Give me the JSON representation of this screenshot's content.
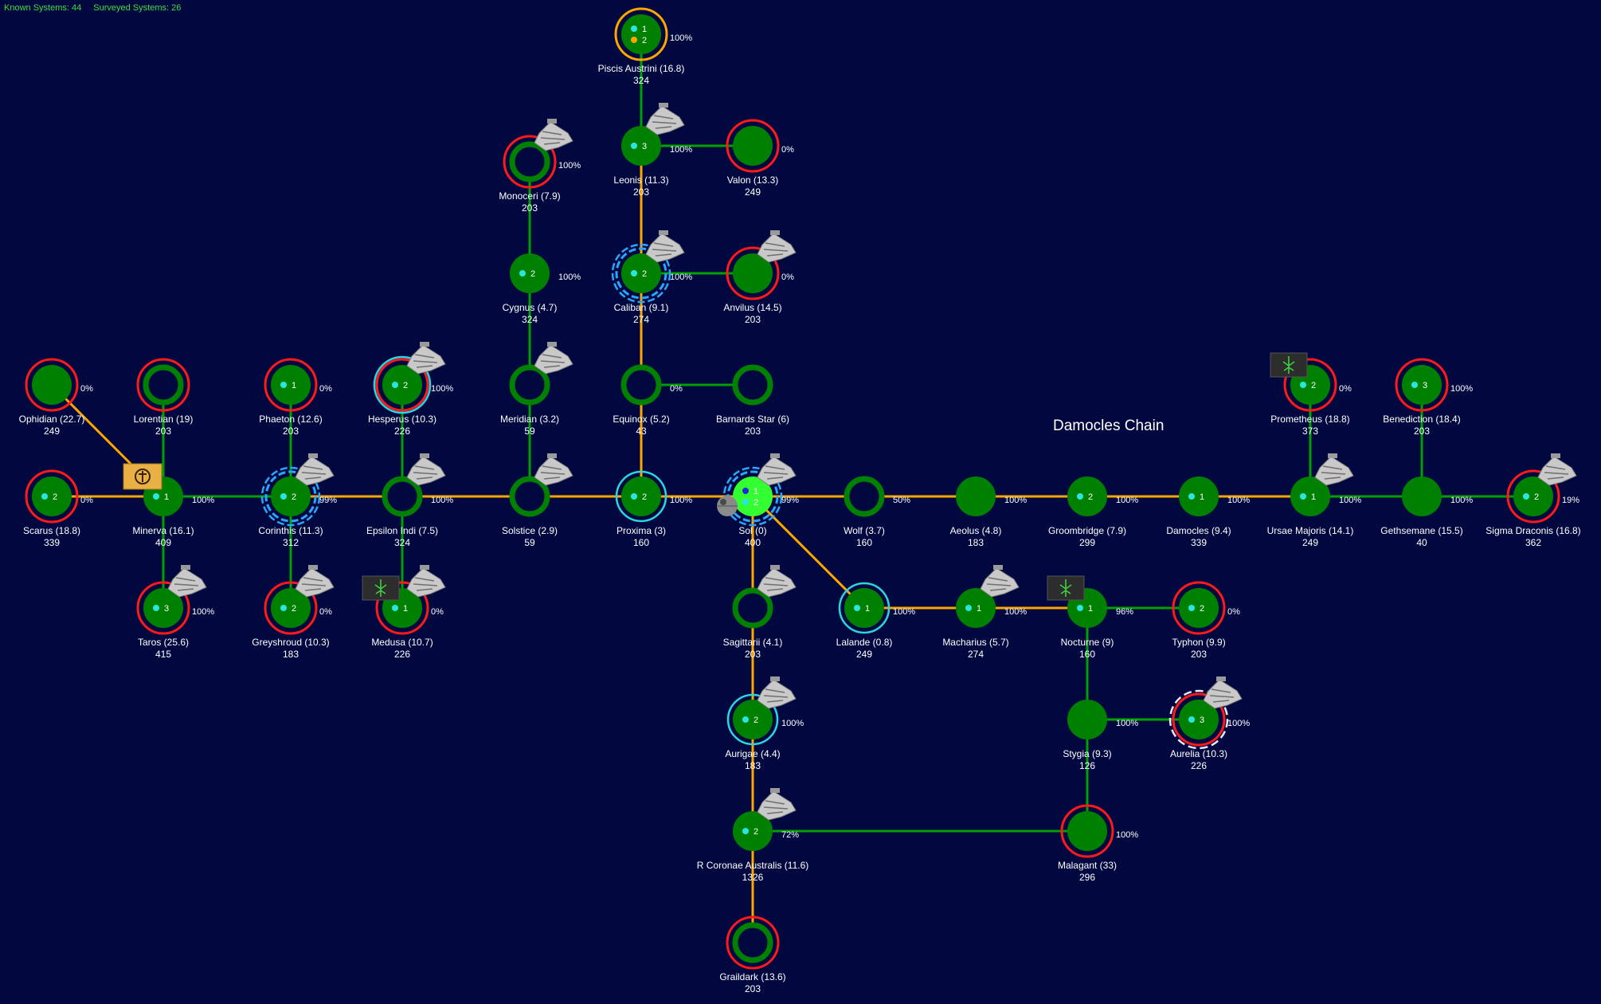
{
  "header": {
    "known_label": "Known Systems: 44",
    "surveyed_label": "Surveyed Systems: 26"
  },
  "region_label": "Damocles Chain",
  "colors": {
    "background": "#00083f",
    "system_fill": "#008000",
    "capital_fill": "#33ff33",
    "jump_unsurveyed": "#ffa500",
    "jump_surveyed": "#00a000",
    "hostile_ring": "#ff1a1a",
    "fleet_ring": "#2bd6e0",
    "planet_dot": "#2be6e0",
    "special_dot": "#ffa500"
  },
  "systems": [
    {
      "id": "piscis",
      "name": "Piscis Austrini  (16.8)",
      "pop": "324",
      "pct": "100%",
      "fill": true,
      "ring": "orange",
      "dots": [
        {
          "n": "1",
          "c": "cyan"
        },
        {
          "n": "2",
          "c": "orange"
        }
      ]
    },
    {
      "id": "leonis",
      "name": "Leonis  (11.3)",
      "pop": "203",
      "pct": "100%",
      "fill": true,
      "dots": [
        {
          "n": "3",
          "c": "cyan"
        }
      ],
      "ship": true
    },
    {
      "id": "valon",
      "name": "Valon  (13.3)",
      "pop": "249",
      "pct": "0%",
      "fill": true,
      "ring": "red"
    },
    {
      "id": "monoceri",
      "name": "Monoceri  (7.9)",
      "pop": "203",
      "pct": "100%",
      "fill": false,
      "ring": "red",
      "ship": true
    },
    {
      "id": "caliban",
      "name": "Caliban  (9.1)",
      "pop": "274",
      "pct": "100%",
      "fill": true,
      "ring": "blue-dashed",
      "dots": [
        {
          "n": "2",
          "c": "cyan"
        }
      ],
      "ship": true
    },
    {
      "id": "anvilus",
      "name": "Anvilus  (14.5)",
      "pop": "203",
      "pct": "0%",
      "fill": true,
      "ring": "red",
      "ship": true
    },
    {
      "id": "cygnus",
      "name": "Cygnus  (4.7)",
      "pop": "324",
      "pct": "100%",
      "fill": true,
      "dots": [
        {
          "n": "2",
          "c": "cyan"
        }
      ]
    },
    {
      "id": "ophidian",
      "name": "Ophidian  (22.7)",
      "pop": "249",
      "pct": "0%",
      "fill": true,
      "ring": "red"
    },
    {
      "id": "lorentian",
      "name": "Lorentian  (19)",
      "pop": "203",
      "fill": false,
      "ring": "red"
    },
    {
      "id": "phaeton",
      "name": "Phaeton  (12.6)",
      "pop": "203",
      "pct": "0%",
      "fill": true,
      "ring": "red",
      "dots": [
        {
          "n": "1",
          "c": "cyan"
        }
      ]
    },
    {
      "id": "hesperus",
      "name": "Hesperus  (10.3)",
      "pop": "226",
      "pct": "100%",
      "fill": true,
      "ring": "red-cyan",
      "dots": [
        {
          "n": "2",
          "c": "cyan"
        }
      ],
      "ship": true
    },
    {
      "id": "meridian",
      "name": "Meridian  (3.2)",
      "pop": "59",
      "fill": false,
      "ship": true
    },
    {
      "id": "equinox",
      "name": "Equinox  (5.2)",
      "pop": "43",
      "pct": "0%",
      "fill": false
    },
    {
      "id": "barnards",
      "name": "Barnards Star  (6)",
      "pop": "203",
      "fill": false
    },
    {
      "id": "prometheus",
      "name": "Prometheus  (18.8)",
      "pop": "373",
      "pct": "0%",
      "fill": true,
      "ring": "red",
      "dots": [
        {
          "n": "2",
          "c": "cyan"
        }
      ],
      "badge": "alien"
    },
    {
      "id": "benediction",
      "name": "Benediction  (18.4)",
      "pop": "203",
      "pct": "100%",
      "fill": true,
      "ring": "red",
      "dots": [
        {
          "n": "3",
          "c": "cyan"
        }
      ]
    },
    {
      "id": "scarus",
      "name": "Scarus  (18.8)",
      "pop": "339",
      "pct": "0%",
      "fill": true,
      "ring": "red",
      "dots": [
        {
          "n": "2",
          "c": "cyan"
        }
      ]
    },
    {
      "id": "minerva",
      "name": "Minerva  (16.1)",
      "pop": "409",
      "pct": "100%",
      "fill": true,
      "dots": [
        {
          "n": "1",
          "c": "cyan"
        }
      ]
    },
    {
      "id": "corinthis",
      "name": "Corinthis  (11.3)",
      "pop": "312",
      "pct": "99%",
      "fill": true,
      "ring": "blue-dashed",
      "dots": [
        {
          "n": "2",
          "c": "cyan"
        }
      ],
      "ship": true
    },
    {
      "id": "epsilon",
      "name": "Epsilon Indi  (7.5)",
      "pop": "324",
      "pct": "100%",
      "fill": false,
      "ship": true
    },
    {
      "id": "solstice",
      "name": "Solstice  (2.9)",
      "pop": "59",
      "fill": false,
      "ship": true
    },
    {
      "id": "proxima",
      "name": "Proxima  (3)",
      "pop": "160",
      "pct": "100%",
      "fill": true,
      "ring": "cyan",
      "dots": [
        {
          "n": "2",
          "c": "cyan"
        }
      ]
    },
    {
      "id": "sol",
      "name": "Sol  (0)",
      "pop": "400",
      "pct": "99%",
      "fill": true,
      "capital": true,
      "ring": "blue-dashed",
      "dots": [
        {
          "n": "1",
          "c": "blue"
        },
        {
          "n": "2",
          "c": "cyan"
        }
      ],
      "ship": true
    },
    {
      "id": "wolf",
      "name": "Wolf  (3.7)",
      "pop": "160",
      "pct": "50%",
      "fill": false
    },
    {
      "id": "aeolus",
      "name": "Aeolus  (4.8)",
      "pop": "183",
      "pct": "100%",
      "fill": true
    },
    {
      "id": "groombridge",
      "name": "Groombridge  (7.9)",
      "pop": "299",
      "pct": "100%",
      "fill": true,
      "dots": [
        {
          "n": "2",
          "c": "cyan"
        }
      ]
    },
    {
      "id": "damocles",
      "name": "Damocles  (9.4)",
      "pop": "339",
      "pct": "100%",
      "fill": true,
      "dots": [
        {
          "n": "1",
          "c": "cyan"
        }
      ]
    },
    {
      "id": "ursae",
      "name": "Ursae Majoris  (14.1)",
      "pop": "249",
      "pct": "100%",
      "fill": true,
      "dots": [
        {
          "n": "1",
          "c": "cyan"
        }
      ],
      "ship": true
    },
    {
      "id": "gethsemane",
      "name": "Gethsemane  (15.5)",
      "pop": "40",
      "pct": "100%",
      "fill": true
    },
    {
      "id": "sigma",
      "name": "Sigma Draconis  (16.8)",
      "pop": "362",
      "pct": "19%",
      "fill": true,
      "ring": "red",
      "dots": [
        {
          "n": "2",
          "c": "cyan"
        }
      ],
      "ship": true
    },
    {
      "id": "taros",
      "name": "Taros  (25.6)",
      "pop": "415",
      "pct": "100%",
      "fill": true,
      "ring": "red",
      "dots": [
        {
          "n": "3",
          "c": "cyan"
        }
      ],
      "ship": true
    },
    {
      "id": "greyshroud",
      "name": "Greyshroud  (10.3)",
      "pop": "183",
      "pct": "0%",
      "fill": true,
      "ring": "red",
      "dots": [
        {
          "n": "2",
          "c": "cyan"
        }
      ],
      "ship": true
    },
    {
      "id": "medusa",
      "name": "Medusa  (10.7)",
      "pop": "226",
      "pct": "0%",
      "fill": true,
      "ring": "red",
      "dots": [
        {
          "n": "1",
          "c": "cyan"
        }
      ],
      "ship": true,
      "badge": "alien"
    },
    {
      "id": "sagittarii",
      "name": "Sagittarii  (4.1)",
      "pop": "203",
      "fill": false,
      "ship": true
    },
    {
      "id": "lalande",
      "name": "Lalande  (0.8)",
      "pop": "249",
      "pct": "100%",
      "fill": true,
      "ring": "cyan",
      "dots": [
        {
          "n": "1",
          "c": "cyan"
        }
      ]
    },
    {
      "id": "macharius",
      "name": "Macharius  (5.7)",
      "pop": "274",
      "pct": "100%",
      "fill": true,
      "dots": [
        {
          "n": "1",
          "c": "cyan"
        }
      ],
      "ship": true
    },
    {
      "id": "nocturne",
      "name": "Nocturne  (9)",
      "pop": "160",
      "pct": "96%",
      "fill": true,
      "dots": [
        {
          "n": "1",
          "c": "cyan"
        }
      ],
      "badge": "alien"
    },
    {
      "id": "typhon",
      "name": "Typhon  (9.9)",
      "pop": "203",
      "pct": "0%",
      "fill": true,
      "ring": "red",
      "dots": [
        {
          "n": "2",
          "c": "cyan"
        }
      ]
    },
    {
      "id": "aurigae",
      "name": "Aurigae  (4.4)",
      "pop": "183",
      "pct": "100%",
      "fill": true,
      "ring": "cyan",
      "dots": [
        {
          "n": "2",
          "c": "cyan"
        }
      ],
      "ship": true
    },
    {
      "id": "stygia",
      "name": "Stygia  (9.3)",
      "pop": "126",
      "pct": "100%",
      "fill": true
    },
    {
      "id": "aurelia",
      "name": "Aurelia  (10.3)",
      "pop": "226",
      "pct": "100%",
      "fill": true,
      "ring": "red-white",
      "dots": [
        {
          "n": "3",
          "c": "cyan"
        }
      ],
      "ship": true
    },
    {
      "id": "rcoronae",
      "name": "R Coronae Australis  (11.6)",
      "pop": "1326",
      "pct": "72%",
      "fill": true,
      "dots": [
        {
          "n": "2",
          "c": "cyan"
        }
      ],
      "ship": true
    },
    {
      "id": "malagant",
      "name": "Malagant  (33)",
      "pop": "296",
      "pct": "100%",
      "fill": true,
      "ring": "red"
    },
    {
      "id": "graildark",
      "name": "Graildark  (13.6)",
      "pop": "203",
      "fill": false,
      "ring": "red"
    }
  ],
  "jump_points": [
    {
      "from": "piscis",
      "to": "leonis",
      "kind": "surveyed"
    },
    {
      "from": "leonis",
      "to": "valon",
      "kind": "surveyed"
    },
    {
      "from": "leonis",
      "to": "caliban",
      "kind": "unsurveyed"
    },
    {
      "from": "caliban",
      "to": "anvilus",
      "kind": "surveyed"
    },
    {
      "from": "caliban",
      "to": "equinox",
      "kind": "unsurveyed"
    },
    {
      "from": "equinox",
      "to": "barnards",
      "kind": "surveyed"
    },
    {
      "from": "equinox",
      "to": "proxima",
      "kind": "unsurveyed"
    },
    {
      "from": "monoceri",
      "to": "cygnus",
      "kind": "surveyed"
    },
    {
      "from": "cygnus",
      "to": "meridian",
      "kind": "surveyed"
    },
    {
      "from": "meridian",
      "to": "solstice",
      "kind": "surveyed"
    },
    {
      "from": "ophidian",
      "to": "minerva",
      "kind": "unsurveyed"
    },
    {
      "from": "lorentian",
      "to": "minerva",
      "kind": "surveyed"
    },
    {
      "from": "scarus",
      "to": "minerva",
      "kind": "unsurveyed"
    },
    {
      "from": "minerva",
      "to": "corinthis",
      "kind": "surveyed"
    },
    {
      "from": "minerva",
      "to": "taros",
      "kind": "surveyed"
    },
    {
      "from": "phaeton",
      "to": "corinthis",
      "kind": "surveyed"
    },
    {
      "from": "corinthis",
      "to": "greyshroud",
      "kind": "surveyed"
    },
    {
      "from": "corinthis",
      "to": "epsilon",
      "kind": "unsurveyed"
    },
    {
      "from": "hesperus",
      "to": "epsilon",
      "kind": "surveyed"
    },
    {
      "from": "epsilon",
      "to": "medusa",
      "kind": "surveyed"
    },
    {
      "from": "epsilon",
      "to": "solstice",
      "kind": "unsurveyed"
    },
    {
      "from": "solstice",
      "to": "proxima",
      "kind": "unsurveyed"
    },
    {
      "from": "proxima",
      "to": "sol",
      "kind": "unsurveyed"
    },
    {
      "from": "sol",
      "to": "wolf",
      "kind": "unsurveyed"
    },
    {
      "from": "wolf",
      "to": "aeolus",
      "kind": "unsurveyed"
    },
    {
      "from": "aeolus",
      "to": "groombridge",
      "kind": "unsurveyed"
    },
    {
      "from": "groombridge",
      "to": "damocles",
      "kind": "unsurveyed"
    },
    {
      "from": "damocles",
      "to": "ursae",
      "kind": "unsurveyed"
    },
    {
      "from": "ursae",
      "to": "prometheus",
      "kind": "surveyed"
    },
    {
      "from": "ursae",
      "to": "gethsemane",
      "kind": "surveyed"
    },
    {
      "from": "gethsemane",
      "to": "benediction",
      "kind": "surveyed"
    },
    {
      "from": "gethsemane",
      "to": "sigma",
      "kind": "surveyed"
    },
    {
      "from": "sol",
      "to": "sagittarii",
      "kind": "unsurveyed"
    },
    {
      "from": "sol",
      "to": "lalande",
      "kind": "unsurveyed"
    },
    {
      "from": "lalande",
      "to": "macharius",
      "kind": "unsurveyed"
    },
    {
      "from": "macharius",
      "to": "nocturne",
      "kind": "unsurveyed"
    },
    {
      "from": "nocturne",
      "to": "typhon",
      "kind": "surveyed"
    },
    {
      "from": "nocturne",
      "to": "stygia",
      "kind": "surveyed"
    },
    {
      "from": "stygia",
      "to": "aurelia",
      "kind": "surveyed"
    },
    {
      "from": "stygia",
      "to": "malagant",
      "kind": "surveyed"
    },
    {
      "from": "sagittarii",
      "to": "aurigae",
      "kind": "unsurveyed"
    },
    {
      "from": "aurigae",
      "to": "rcoronae",
      "kind": "unsurveyed"
    },
    {
      "from": "rcoronae",
      "to": "malagant",
      "kind": "surveyed"
    },
    {
      "from": "rcoronae",
      "to": "graildark",
      "kind": "unsurveyed"
    }
  ]
}
